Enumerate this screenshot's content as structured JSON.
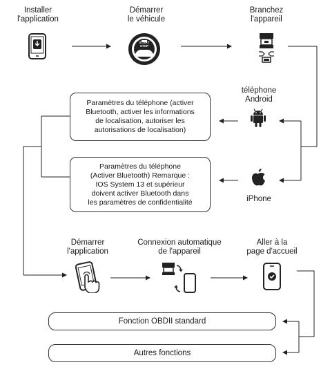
{
  "steps": {
    "install": "Installer\nl'application",
    "start_vehicle": "Démarrer\nle véhicule",
    "plug_device": "Branchez\nl'appareil",
    "android": "téléphone\nAndroid",
    "iphone": "iPhone",
    "launch_app": "Démarrer\nl'application",
    "auto_connect": "Connexion automatique\nde l'appareil",
    "home_page": "Aller à la\npage d'accueil"
  },
  "boxes": {
    "android_settings": "Paramètres du téléphone (activer\nBluetooth, activer les informations\nde localisation, autoriser les\nautorisations de localisation)",
    "iphone_settings": "Paramètres du téléphone\n(Activer Bluetooth) Remarque :\nIOS System 13 et supérieur\ndoivent activer Bluetooth dans\nles paramètres de confidentialité",
    "obd_standard": "Fonction OBDII standard",
    "other_functions": "Autres fonctions"
  },
  "icons": {
    "install": "phone-download-icon",
    "start_vehicle": "start-stop-car-icon",
    "plug_device": "obd-plug-icon",
    "android": "android-icon",
    "iphone": "apple-icon",
    "launch_app": "hand-tap-phone-icon",
    "auto_connect": "device-phone-sync-icon",
    "home_page": "phone-check-icon"
  },
  "start_button_text": "START\nSTOP"
}
